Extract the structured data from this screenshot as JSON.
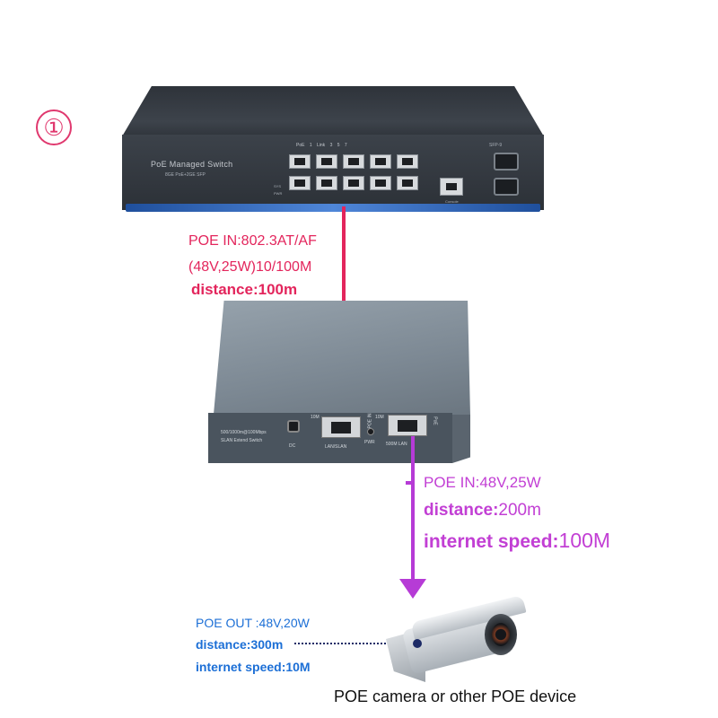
{
  "step_marker": "①",
  "managed_switch": {
    "name": "PoE Managed Switch",
    "subtitle": "8GE PoE+2GE SFP",
    "port_label": "PoE  1  Link     3          5          7",
    "sys_label": "SYS",
    "pwr_label": "PWR",
    "sfp_label": "SFP-9",
    "console_label": "Console"
  },
  "extender": {
    "label_line1": "500/1000m@100Mbps",
    "label_line2": "SLAN Extend Switch",
    "dc_label": "DC",
    "port1_speed": "10M",
    "port1_label": "LAN/SLAN",
    "pwr_label": "PWR",
    "port2_speed": "10M",
    "port2_label": "500M LAN",
    "poe_label": "PoE",
    "poe_in_label": "POE IN"
  },
  "poe_in_switch": {
    "line1": "POE IN:802.3AT/AF",
    "line2": "(48V,25W)10/100M",
    "line3": "distance:100m"
  },
  "poe_in_extender": {
    "line1": "POE IN:48V,25W",
    "line2_prefix": "distance:",
    "line2_value": "200m",
    "line3_prefix": "internet speed:",
    "line3_value": "100M"
  },
  "poe_out": {
    "line1": "POE OUT :48V,20W",
    "line2": "distance:300m",
    "line3": "internet speed:10M"
  },
  "camera_caption": "POE camera or other POE device",
  "colors": {
    "red": "#e3255c",
    "purple": "#c23fd4",
    "blue": "#1c6fd6"
  }
}
